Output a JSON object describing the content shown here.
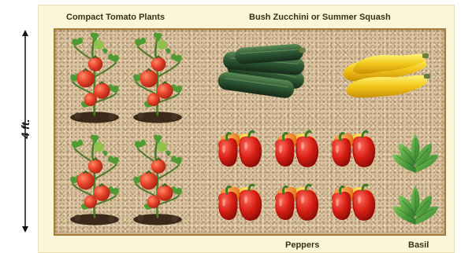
{
  "diagram": {
    "dimension_label": "4 ft.",
    "labels": {
      "tomatoes": "Compact Tomato Plants",
      "zucchini": "Bush Zucchini or Summer Squash",
      "peppers": "Peppers",
      "basil": "Basil"
    },
    "colors": {
      "frame_background": "#fbf6d8",
      "bed_border": "#a57c3c",
      "soil": "#d9c2a0",
      "tomato_red": "#e8442a",
      "zucchini_green": "#2f5a35",
      "squash_yellow": "#f2c619",
      "basil_green": "#3f9a38"
    },
    "icons": [
      "tomato-plant-icon",
      "zucchini-icon",
      "yellow-squash-icon",
      "bell-pepper-icon",
      "basil-icon"
    ]
  }
}
